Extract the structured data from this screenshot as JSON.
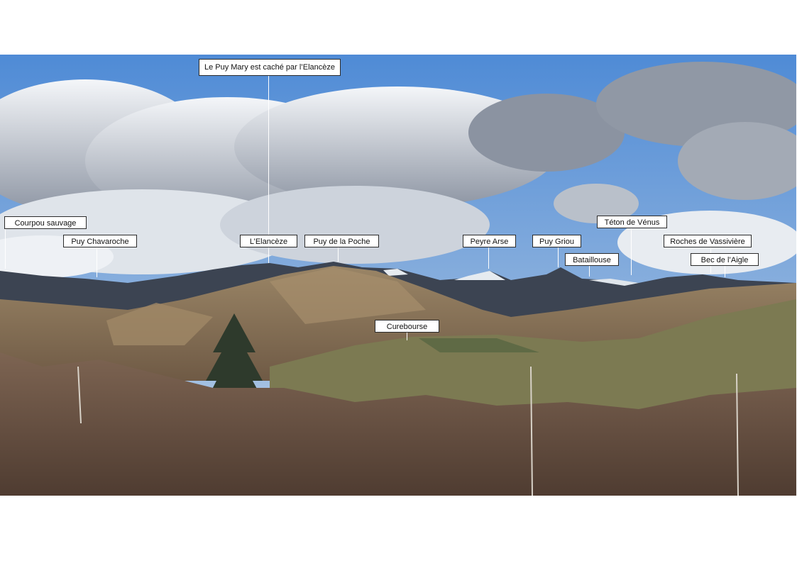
{
  "labels": {
    "puy_mary_note": "Le Puy Mary est caché par l’Elancèze",
    "courpou": "Courpou sauvage",
    "chavaroche": "Puy Chavaroche",
    "elanceze": "L’Elancèze",
    "poche": "Puy de la Poche",
    "peyre_arse": "Peyre Arse",
    "griou": "Puy Griou",
    "teton": "Téton de Vénus",
    "bataillouse": "Bataillouse",
    "vassiviere": "Roches de Vassivière",
    "bec_aigle": "Bec de l’Aigle",
    "curebourse": "Curebourse"
  },
  "colors": {
    "sky_top": "#4f8bd6",
    "sky_bottom": "#a9c6e6",
    "cloud": "#e9edf2",
    "cloud_shadow": "#7f8896",
    "far_mountains": "#3c4452",
    "slopes": "#8a7458",
    "meadow": "#7c7a52",
    "brush": "#6b5242",
    "label_border": "#2b2b2b"
  }
}
